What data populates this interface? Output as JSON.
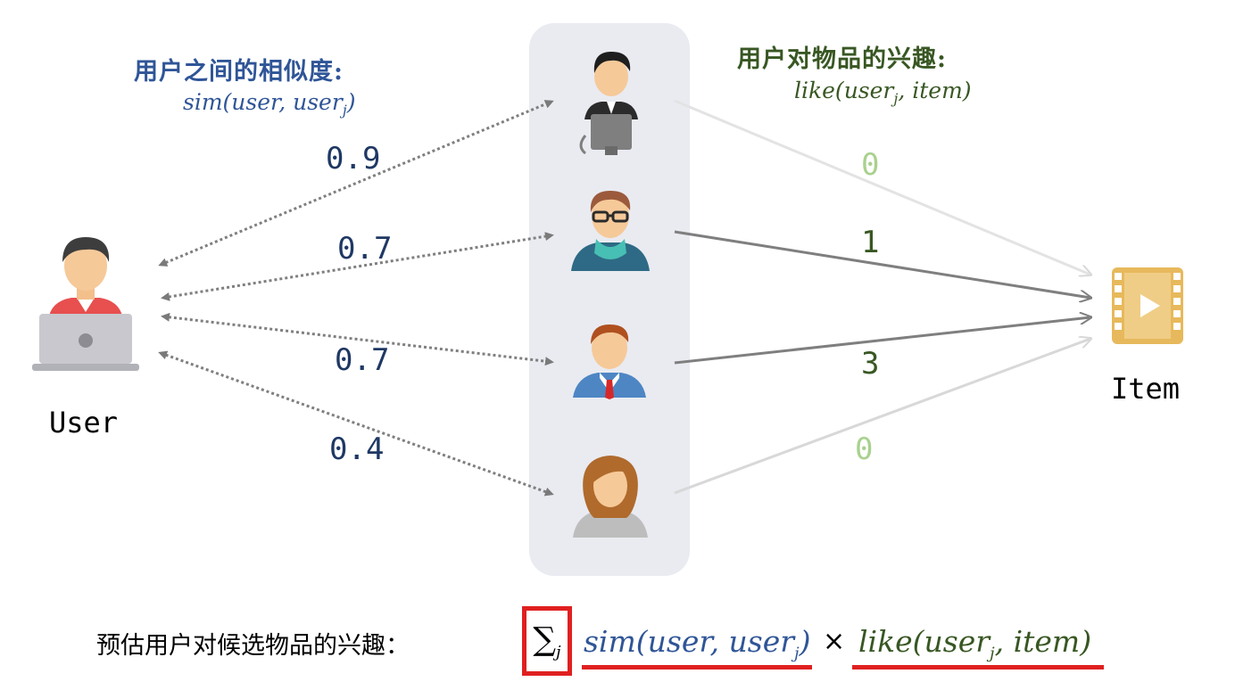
{
  "left_title": "用户之间的相似度:",
  "left_math": "sim(user, user_j)",
  "right_title": "用户对物品的兴趣:",
  "right_math": "like(user_j, item)",
  "similarities": [
    "0.9",
    "0.7",
    "0.7",
    "0.4"
  ],
  "likes": [
    "0",
    "1",
    "3",
    "0"
  ],
  "user_label": "User",
  "item_label": "Item",
  "formula": {
    "prefix": "预估用户对候选物品的兴趣：",
    "sum": "∑",
    "sum_sub": "j",
    "sim_part": "sim(user, user_j)",
    "times": "×",
    "like_part": "like(user_j, item)"
  },
  "colors": {
    "blue": "#2f5597",
    "green": "#385723",
    "red": "#e02020",
    "panel": "#e9ebf1"
  }
}
